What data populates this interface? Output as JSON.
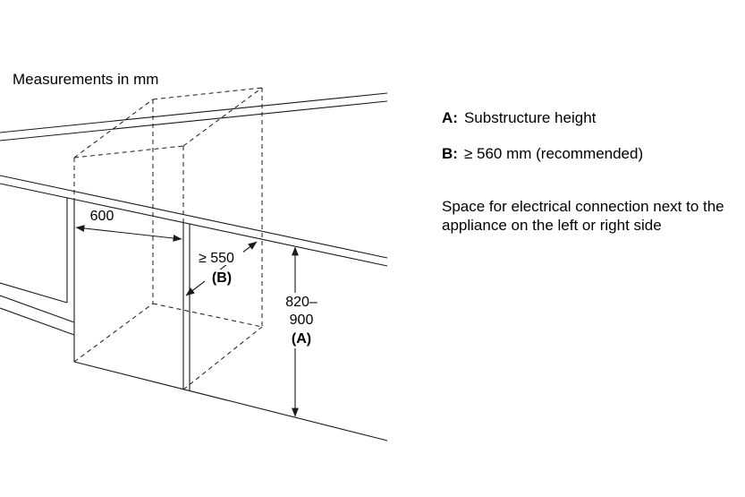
{
  "title": "Measurements in mm",
  "legend": {
    "a_key": "A:",
    "a_value": "Substructure height",
    "b_key": "B:",
    "b_value": "≥ 560 mm (recommended)",
    "note": "Space for electrical connection next to the appliance on the left or right side"
  },
  "dims": {
    "width": "600",
    "depth_value": "≥ 550",
    "depth_label": "(B)",
    "height_value_1": "820–",
    "height_value_2": "900",
    "height_label": "(A)"
  },
  "colors": {
    "line": "#1a1a1a",
    "background": "#ffffff"
  }
}
